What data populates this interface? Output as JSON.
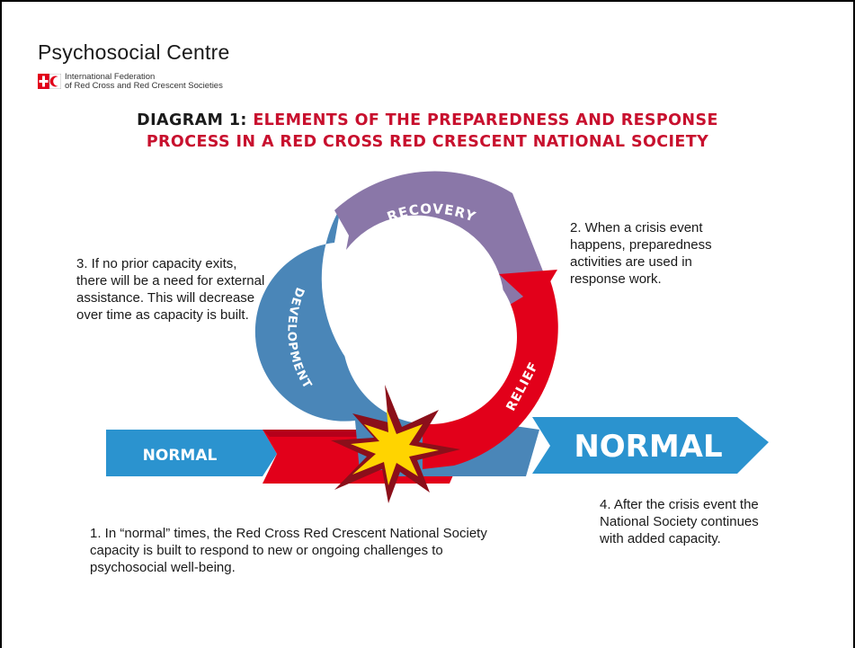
{
  "header": {
    "title": "Psychosocial Centre",
    "org_line_1": "International Federation",
    "org_line_2": "of Red Cross and Red Crescent Societies"
  },
  "heading": {
    "lead": "DIAGRAM 1:",
    "line_1_rest": "ELEMENTS OF THE PREPAREDNESS AND RESPONSE",
    "line_2": "PROCESS IN A RED CROSS RED CRESCENT NATIONAL SOCIETY"
  },
  "cycle": {
    "recovery": "RECOVERY",
    "development": "DEVELOPMENT",
    "relief": "RELIEF"
  },
  "arrows": {
    "left": "NORMAL",
    "right": "NORMAL"
  },
  "notes": {
    "note_1": "1. In “normal” times, the Red Cross Red Crescent National Society capacity is built to respond to new or ongoing challenges to psychosocial well-being.",
    "note_2": "2. When a crisis event happens, preparedness activities are used in response work.",
    "note_3": "3. If no prior capacity exits, there will be a need for external assistance. This will decrease over time as capacity is built.",
    "note_4": "4. After the crisis event the National Society continues with added capacity."
  },
  "colors": {
    "red": "#e2001a",
    "dark_red": "#a5001a",
    "blue": "#2b93cf",
    "steel_blue": "#4a86b8",
    "purple": "#8a77a8",
    "star_yellow": "#ffd400",
    "star_dark": "#8b0f1a",
    "heading_red": "#c8102e"
  }
}
